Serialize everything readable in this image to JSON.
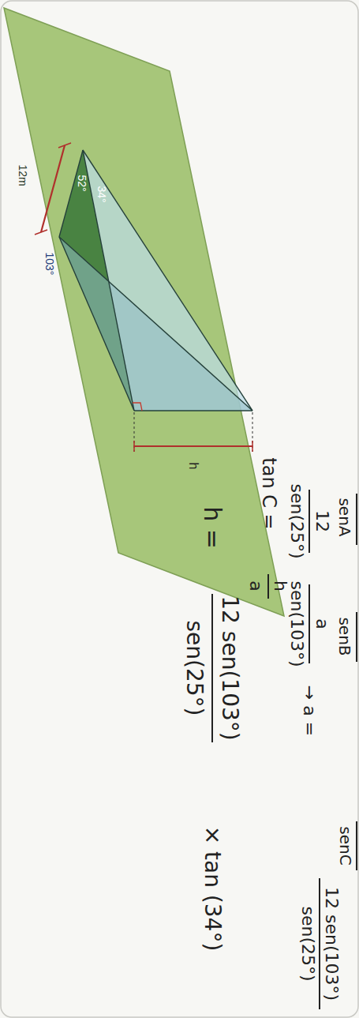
{
  "diagram": {
    "labels": [
      "senA",
      "senB",
      "senC",
      "12",
      "sen(25°)",
      "a",
      "sen(103°)",
      "→ a =",
      "12 sen(103°)",
      "sen(25°)",
      "tan C =",
      "h",
      "a",
      "h =",
      "12 sen(103°)",
      "sen(25°)",
      "× tan (34°)",
      "12m",
      "52°",
      "34°",
      "103°",
      "h"
    ]
  }
}
